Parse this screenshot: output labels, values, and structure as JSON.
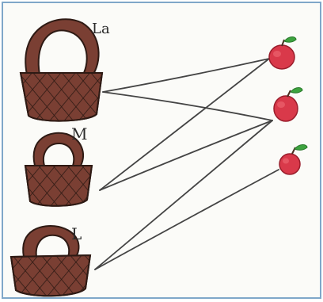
{
  "baskets": [
    {
      "label": "La"
    },
    {
      "label": "M"
    },
    {
      "label": "L"
    }
  ],
  "apples": [
    {
      "id": 1
    },
    {
      "id": 2
    },
    {
      "id": 3
    }
  ],
  "colors": {
    "basket_fill": "#7a3f33",
    "basket_stroke": "#2e1a14",
    "apple_fill": "#d9394a",
    "apple_shadow": "#b91f34",
    "leaf": "#3da33f",
    "stem": "#4b2f22",
    "line": "#444444",
    "frame": "#7fa7c9",
    "paper": "#fbfbf8"
  },
  "connections": [
    {
      "from_apple": 1,
      "to_basket": 1
    },
    {
      "from_apple": 2,
      "to_basket": 1
    },
    {
      "from_apple": 1,
      "to_basket": 2
    },
    {
      "from_apple": 2,
      "to_basket": 2
    },
    {
      "from_apple": 2,
      "to_basket": 3
    },
    {
      "from_apple": 3,
      "to_basket": 3
    }
  ]
}
